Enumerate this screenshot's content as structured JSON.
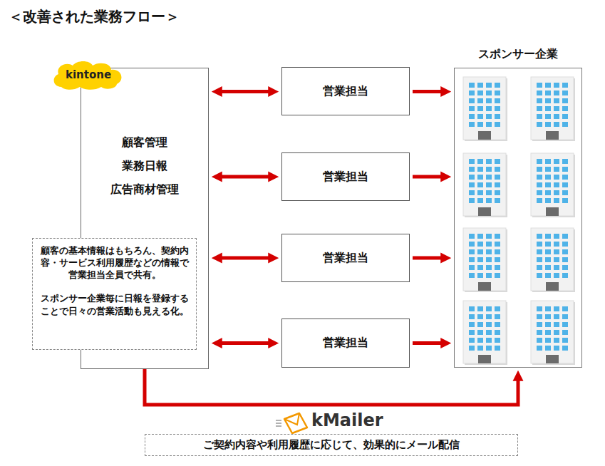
{
  "diagram": {
    "title": "＜改善された業務フロー＞",
    "nodes": [
      {
        "text": [
          "kintone"
        ]
      },
      {
        "text": [
          "顧客管理",
          "業務日報",
          "広告商材管理"
        ]
      },
      {
        "text": [
          "顧客の基本情報はもちろん、契約内容・サービス利用履歴などの情報で営業担当全員で共有。",
          "スポンサー企業毎に日報を登録することで日々の営業活動も見える化。"
        ],
        "in": 1
      },
      {
        "text": [
          "営業担当"
        ]
      },
      {
        "text": [
          "営業担当"
        ]
      },
      {
        "text": [
          "営業担当"
        ]
      },
      {
        "text": [
          "営業担当"
        ]
      },
      {
        "text": [
          "スポンサー企業"
        ]
      },
      {
        "text": [
          "ご契約内容や利用履歴に応じて、効果的にメール配信"
        ]
      }
    ],
    "edges": [
      {
        "from": 1,
        "to": 3,
        "arrow": "both"
      },
      {
        "from": 1,
        "to": 4,
        "arrow": "both"
      },
      {
        "from": 1,
        "to": 5,
        "arrow": "both"
      },
      {
        "from": 1,
        "to": 6,
        "arrow": "both"
      },
      {
        "from": 3,
        "to": 7,
        "arrow": "to"
      },
      {
        "from": 4,
        "to": 7,
        "arrow": "to"
      },
      {
        "from": 5,
        "to": 7,
        "arrow": "to"
      },
      {
        "from": 6,
        "to": 7,
        "arrow": "to"
      },
      {
        "from": 1,
        "to": 7,
        "arrow": "to"
      }
    ],
    "labels": [
      "kMailer"
    ]
  }
}
